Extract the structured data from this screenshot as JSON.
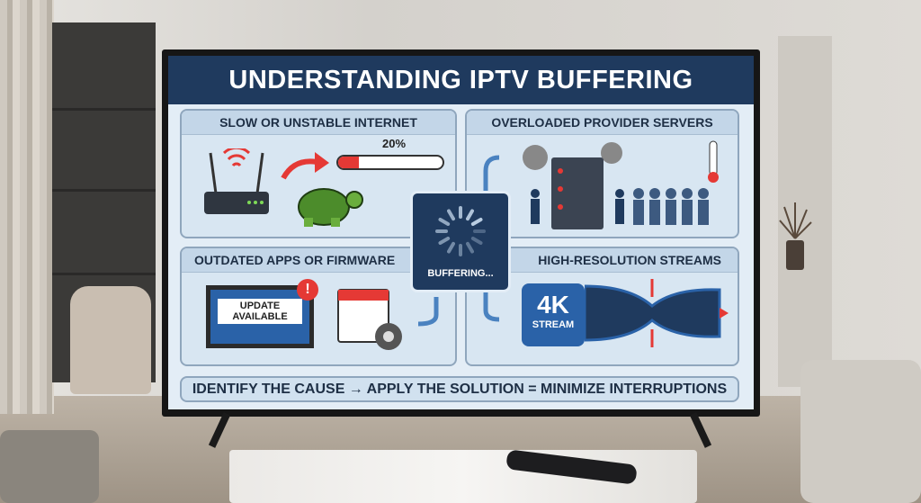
{
  "infographic": {
    "title": "UNDERSTANDING IPTV BUFFERING",
    "panels": [
      {
        "title": "SLOW OR UNSTABLE INTERNET",
        "progress_label": "20%",
        "progress": 0.2
      },
      {
        "title": "OVERLOADED PROVIDER SERVERS"
      },
      {
        "title": "OUTDATED APPS OR FIRMWARE",
        "update_text": "UPDATE AVAILABLE"
      },
      {
        "title": "HIGH-RESOLUTION STREAMS",
        "badge_big": "4K",
        "badge_small": "STREAM"
      }
    ],
    "center_label": "BUFFERING...",
    "footer": "IDENTIFY THE CAUSE → APPLY THE SOLUTION = MINIMIZE INTERRUPTIONS"
  },
  "colors": {
    "navy": "#1f3a5e",
    "accent_red": "#e53935",
    "panel": "#d8e6f2"
  }
}
